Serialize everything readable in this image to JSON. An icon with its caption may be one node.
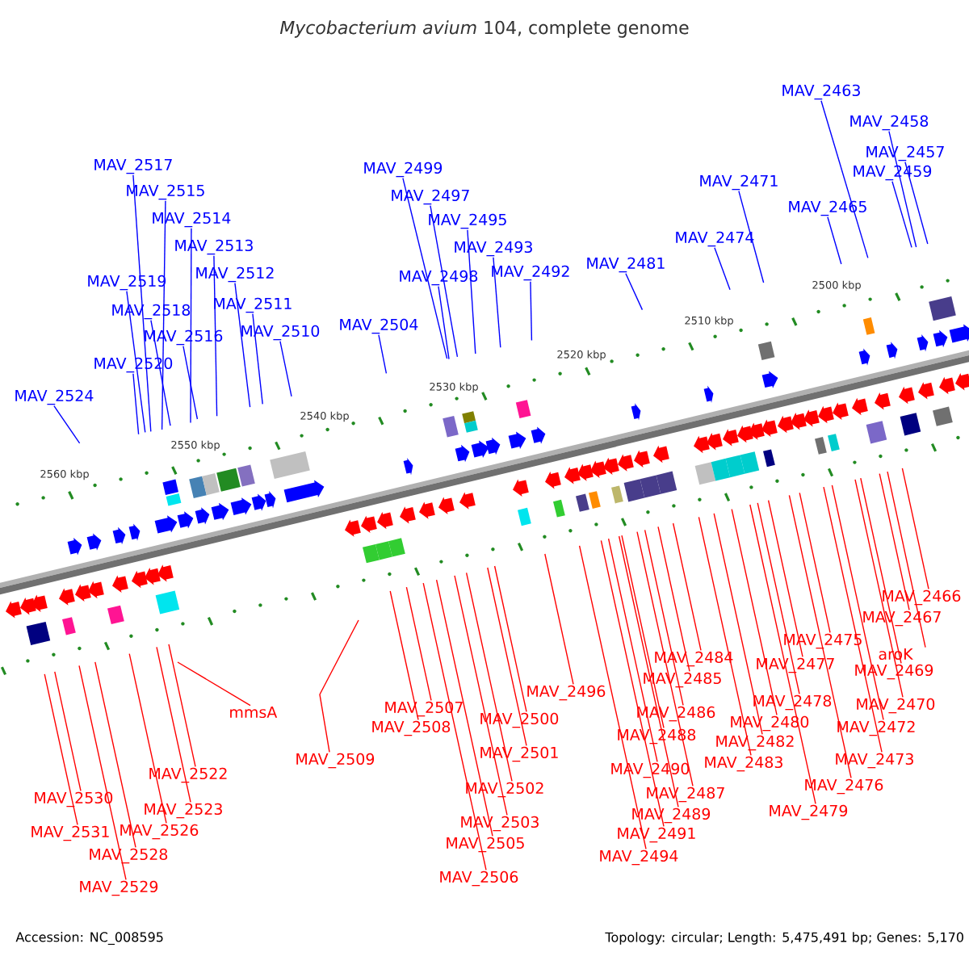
{
  "diagram": {
    "title": "*Mycobacterium avium* 104, complete genome",
    "nodes": [
      {
        "text": [
          "MAV_2463"
        ]
      },
      {
        "text": [
          "MAV_2458"
        ]
      },
      {
        "text": [
          "MAV_2457"
        ]
      },
      {
        "text": [
          "MAV_2517"
        ]
      },
      {
        "text": [
          "MAV_2499"
        ]
      },
      {
        "text": [
          "MAV_2459"
        ]
      },
      {
        "text": [
          "MAV_2471"
        ]
      },
      {
        "text": [
          "MAV_2515"
        ]
      },
      {
        "text": [
          "MAV_2497"
        ]
      },
      {
        "text": [
          "MAV_2465"
        ]
      },
      {
        "text": [
          "MAV_2514"
        ]
      },
      {
        "text": [
          "MAV_2495"
        ]
      },
      {
        "text": [
          "MAV_2474"
        ]
      },
      {
        "text": [
          "MAV_2513"
        ]
      },
      {
        "text": [
          "MAV_2493"
        ]
      },
      {
        "text": [
          "MAV_2481"
        ]
      },
      {
        "text": [
          "MAV_2492"
        ]
      },
      {
        "text": [
          "MAV_2512"
        ]
      },
      {
        "text": [
          "MAV_2498"
        ]
      },
      {
        "text": [
          "MAV_2519"
        ]
      },
      {
        "text": [
          "MAV_2511"
        ]
      },
      {
        "text": [
          "MAV_2518"
        ]
      },
      {
        "text": [
          "MAV_2504"
        ]
      },
      {
        "text": [
          "MAV_2510"
        ]
      },
      {
        "text": [
          "MAV_2516"
        ]
      },
      {
        "text": [
          "MAV_2520"
        ]
      },
      {
        "text": [
          "MAV_2524"
        ]
      },
      {
        "text": [
          "MAV_2466"
        ]
      },
      {
        "text": [
          "MAV_2467"
        ]
      },
      {
        "text": [
          "MAV_2475"
        ]
      },
      {
        "text": [
          "aroK"
        ]
      },
      {
        "text": [
          "MAV_2484"
        ]
      },
      {
        "text": [
          "MAV_2477"
        ]
      },
      {
        "text": [
          "MAV_2469"
        ]
      },
      {
        "text": [
          "MAV_2485"
        ]
      },
      {
        "text": [
          "MAV_2496"
        ]
      },
      {
        "text": [
          "MAV_2478"
        ]
      },
      {
        "text": [
          "MAV_2470"
        ]
      },
      {
        "text": [
          "MAV_2507"
        ]
      },
      {
        "text": [
          "mmsA"
        ]
      },
      {
        "text": [
          "MAV_2486"
        ]
      },
      {
        "text": [
          "MAV_2500"
        ]
      },
      {
        "text": [
          "MAV_2480"
        ]
      },
      {
        "text": [
          "MAV_2508"
        ]
      },
      {
        "text": [
          "MAV_2472"
        ]
      },
      {
        "text": [
          "MAV_2488"
        ]
      },
      {
        "text": [
          "MAV_2482"
        ]
      },
      {
        "text": [
          "MAV_2501"
        ]
      },
      {
        "text": [
          "MAV_2509"
        ]
      },
      {
        "text": [
          "MAV_2473"
        ]
      },
      {
        "text": [
          "MAV_2483"
        ]
      },
      {
        "text": [
          "MAV_2490"
        ]
      },
      {
        "text": [
          "MAV_2522"
        ]
      },
      {
        "text": [
          "MAV_2476"
        ]
      },
      {
        "text": [
          "MAV_2502"
        ]
      },
      {
        "text": [
          "MAV_2487"
        ]
      },
      {
        "text": [
          "MAV_2530"
        ]
      },
      {
        "text": [
          "MAV_2523"
        ]
      },
      {
        "text": [
          "MAV_2479"
        ]
      },
      {
        "text": [
          "MAV_2489"
        ]
      },
      {
        "text": [
          "MAV_2503"
        ]
      },
      {
        "text": [
          "MAV_2526"
        ]
      },
      {
        "text": [
          "MAV_2531"
        ]
      },
      {
        "text": [
          "MAV_2491"
        ]
      },
      {
        "text": [
          "MAV_2505"
        ]
      },
      {
        "text": [
          "MAV_2528"
        ]
      },
      {
        "text": [
          "MAV_2494"
        ]
      },
      {
        "text": [
          "MAV_2506"
        ]
      },
      {
        "text": [
          "MAV_2529"
        ]
      }
    ],
    "edges": [
      {
        "from": 0,
        "to": null,
        "arrow": "none",
        "color": "#0000ff"
      },
      {
        "from": 1,
        "to": null,
        "arrow": "none",
        "color": "#0000ff"
      },
      {
        "from": 2,
        "to": null,
        "arrow": "none",
        "color": "#0000ff"
      },
      {
        "from": 3,
        "to": null,
        "arrow": "none",
        "color": "#0000ff"
      },
      {
        "from": 4,
        "to": null,
        "arrow": "none",
        "color": "#0000ff"
      },
      {
        "from": 5,
        "to": null,
        "arrow": "none",
        "color": "#0000ff"
      },
      {
        "from": 6,
        "to": null,
        "arrow": "none",
        "color": "#0000ff"
      },
      {
        "from": 7,
        "to": null,
        "arrow": "none",
        "color": "#0000ff"
      },
      {
        "from": 8,
        "to": null,
        "arrow": "none",
        "color": "#0000ff"
      },
      {
        "from": 9,
        "to": null,
        "arrow": "none",
        "color": "#0000ff"
      },
      {
        "from": 10,
        "to": null,
        "arrow": "none",
        "color": "#0000ff"
      },
      {
        "from": 11,
        "to": null,
        "arrow": "none",
        "color": "#0000ff"
      },
      {
        "from": 12,
        "to": null,
        "arrow": "none",
        "color": "#0000ff"
      },
      {
        "from": 13,
        "to": null,
        "arrow": "none",
        "color": "#0000ff"
      },
      {
        "from": 14,
        "to": null,
        "arrow": "none",
        "color": "#0000ff"
      },
      {
        "from": 15,
        "to": null,
        "arrow": "none",
        "color": "#0000ff"
      },
      {
        "from": 16,
        "to": null,
        "arrow": "none",
        "color": "#0000ff"
      },
      {
        "from": 17,
        "to": null,
        "arrow": "none",
        "color": "#0000ff"
      },
      {
        "from": 18,
        "to": null,
        "arrow": "none",
        "color": "#0000ff"
      },
      {
        "from": 19,
        "to": null,
        "arrow": "none",
        "color": "#0000ff"
      },
      {
        "from": 20,
        "to": null,
        "arrow": "none",
        "color": "#0000ff"
      },
      {
        "from": 21,
        "to": null,
        "arrow": "none",
        "color": "#0000ff"
      },
      {
        "from": 22,
        "to": null,
        "arrow": "none",
        "color": "#0000ff"
      },
      {
        "from": 23,
        "to": null,
        "arrow": "none",
        "color": "#0000ff"
      },
      {
        "from": 24,
        "to": null,
        "arrow": "none",
        "color": "#0000ff"
      },
      {
        "from": 25,
        "to": null,
        "arrow": "none",
        "color": "#0000ff"
      },
      {
        "from": 26,
        "to": null,
        "arrow": "none",
        "color": "#0000ff"
      },
      {
        "from": 27,
        "to": null,
        "arrow": "none"
      },
      {
        "from": 28,
        "to": null,
        "arrow": "none"
      },
      {
        "from": 29,
        "to": null,
        "arrow": "none"
      },
      {
        "from": 30,
        "to": null,
        "arrow": "none"
      },
      {
        "from": 31,
        "to": null,
        "arrow": "none"
      },
      {
        "from": 32,
        "to": null,
        "arrow": "none"
      },
      {
        "from": 33,
        "to": null,
        "arrow": "none"
      },
      {
        "from": 34,
        "to": null,
        "arrow": "none"
      },
      {
        "from": 35,
        "to": null,
        "arrow": "none"
      },
      {
        "from": 36,
        "to": null,
        "arrow": "none"
      },
      {
        "from": 37,
        "to": null,
        "arrow": "none"
      },
      {
        "from": 38,
        "to": null,
        "arrow": "none"
      },
      {
        "from": 39,
        "to": null,
        "arrow": "none"
      },
      {
        "from": 40,
        "to": null,
        "arrow": "none"
      },
      {
        "from": 41,
        "to": null,
        "arrow": "none"
      },
      {
        "from": 42,
        "to": null,
        "arrow": "none"
      },
      {
        "from": 43,
        "to": null,
        "arrow": "none"
      },
      {
        "from": 44,
        "to": null,
        "arrow": "none"
      },
      {
        "from": 45,
        "to": null,
        "arrow": "none"
      },
      {
        "from": 46,
        "to": null,
        "arrow": "none"
      },
      {
        "from": 47,
        "to": null,
        "arrow": "none"
      },
      {
        "from": 48,
        "to": null,
        "arrow": "none"
      },
      {
        "from": 49,
        "to": null,
        "arrow": "none"
      },
      {
        "from": 50,
        "to": null,
        "arrow": "none"
      },
      {
        "from": 51,
        "to": null,
        "arrow": "none"
      },
      {
        "from": 52,
        "to": null,
        "arrow": "none"
      },
      {
        "from": 53,
        "to": null,
        "arrow": "none"
      },
      {
        "from": 54,
        "to": null,
        "arrow": "none"
      },
      {
        "from": 55,
        "to": null,
        "arrow": "none"
      },
      {
        "from": 56,
        "to": null,
        "arrow": "none"
      },
      {
        "from": 57,
        "to": null,
        "arrow": "none"
      },
      {
        "from": 58,
        "to": null,
        "arrow": "none"
      },
      {
        "from": 59,
        "to": null,
        "arrow": "none"
      },
      {
        "from": 60,
        "to": null,
        "arrow": "none"
      },
      {
        "from": 61,
        "to": null,
        "arrow": "none"
      },
      {
        "from": 62,
        "to": null,
        "arrow": "none"
      },
      {
        "from": 63,
        "to": null,
        "arrow": "none"
      },
      {
        "from": 64,
        "to": null,
        "arrow": "none"
      },
      {
        "from": 65,
        "to": null,
        "arrow": "none"
      },
      {
        "from": 66,
        "to": null,
        "arrow": "none"
      },
      {
        "from": 67,
        "to": null,
        "arrow": "none"
      },
      {
        "from": 68,
        "to": null,
        "arrow": "none"
      }
    ],
    "labels": [
      "2560 kbp",
      "2550 kbp",
      "2540 kbp",
      "2530 kbp",
      "2520 kbp",
      "2510 kbp",
      "2500 kbp",
      "Accession: NC_008595",
      "Topology: circular; Length: 5,475,491 bp; Genes: 5,170"
    ]
  }
}
